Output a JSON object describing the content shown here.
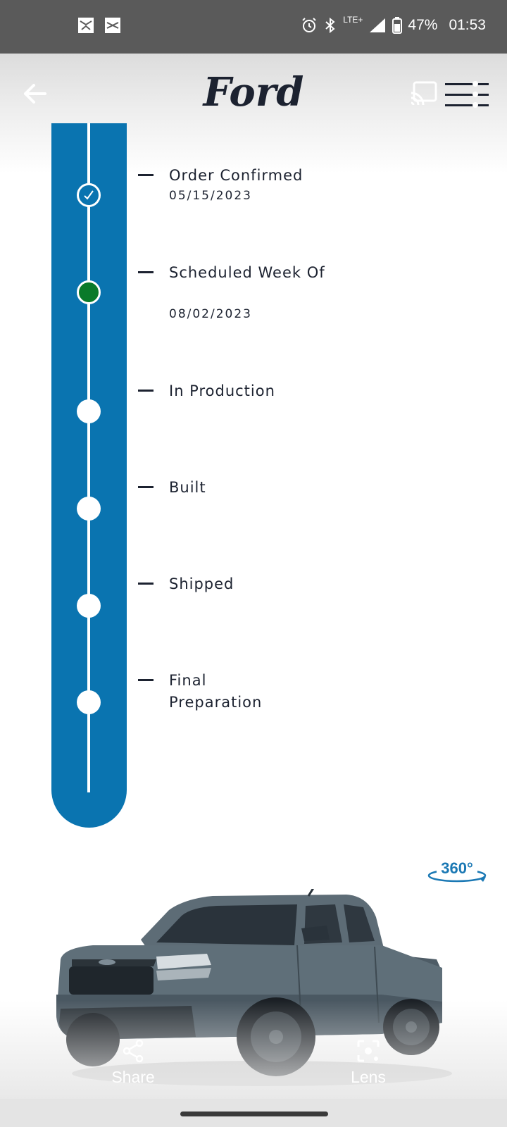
{
  "status_bar": {
    "network": "LTE+",
    "battery": "47%",
    "time": "01:53"
  },
  "header": {
    "logo_text": "Ford"
  },
  "steps": [
    {
      "label": "Order Confirmed",
      "date": "05/15/2023",
      "state": "completed"
    },
    {
      "label": "Scheduled Week Of",
      "date": "08/02/2023",
      "state": "current"
    },
    {
      "label": "In Production",
      "date": "",
      "state": "pending"
    },
    {
      "label": "Built",
      "date": "",
      "state": "pending"
    },
    {
      "label": "Shipped",
      "date": "",
      "state": "pending"
    },
    {
      "label": "Final Preparation",
      "date": "",
      "state": "pending"
    }
  ],
  "view_360": {
    "label": "360°"
  },
  "actions": {
    "share_label": "Share",
    "lens_label": "Lens"
  },
  "colors": {
    "tracker_blue": "#0a74b0",
    "current_green": "#0a7a2a",
    "ford_navy": "#1c2230",
    "truck_body": "#5d6c76"
  }
}
